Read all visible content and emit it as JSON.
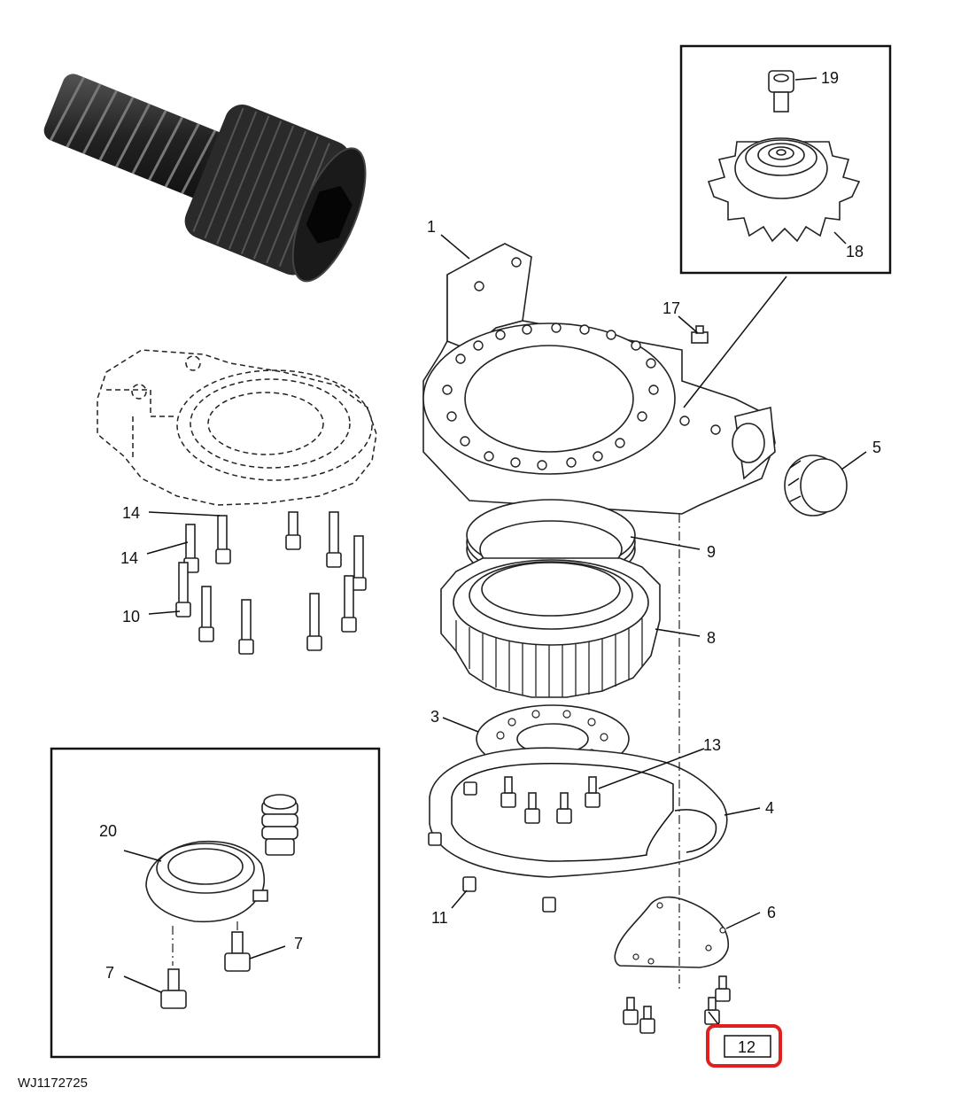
{
  "document_id": "WJ1172725",
  "callouts": [
    "1",
    "17",
    "19",
    "18",
    "5",
    "14",
    "14",
    "10",
    "9",
    "8",
    "3",
    "13",
    "4",
    "20",
    "11",
    "6",
    "7",
    "7",
    "12"
  ],
  "highlighted_callout": "12",
  "highlight_color": "#e02020",
  "photo": "socket-head-cap-screw"
}
